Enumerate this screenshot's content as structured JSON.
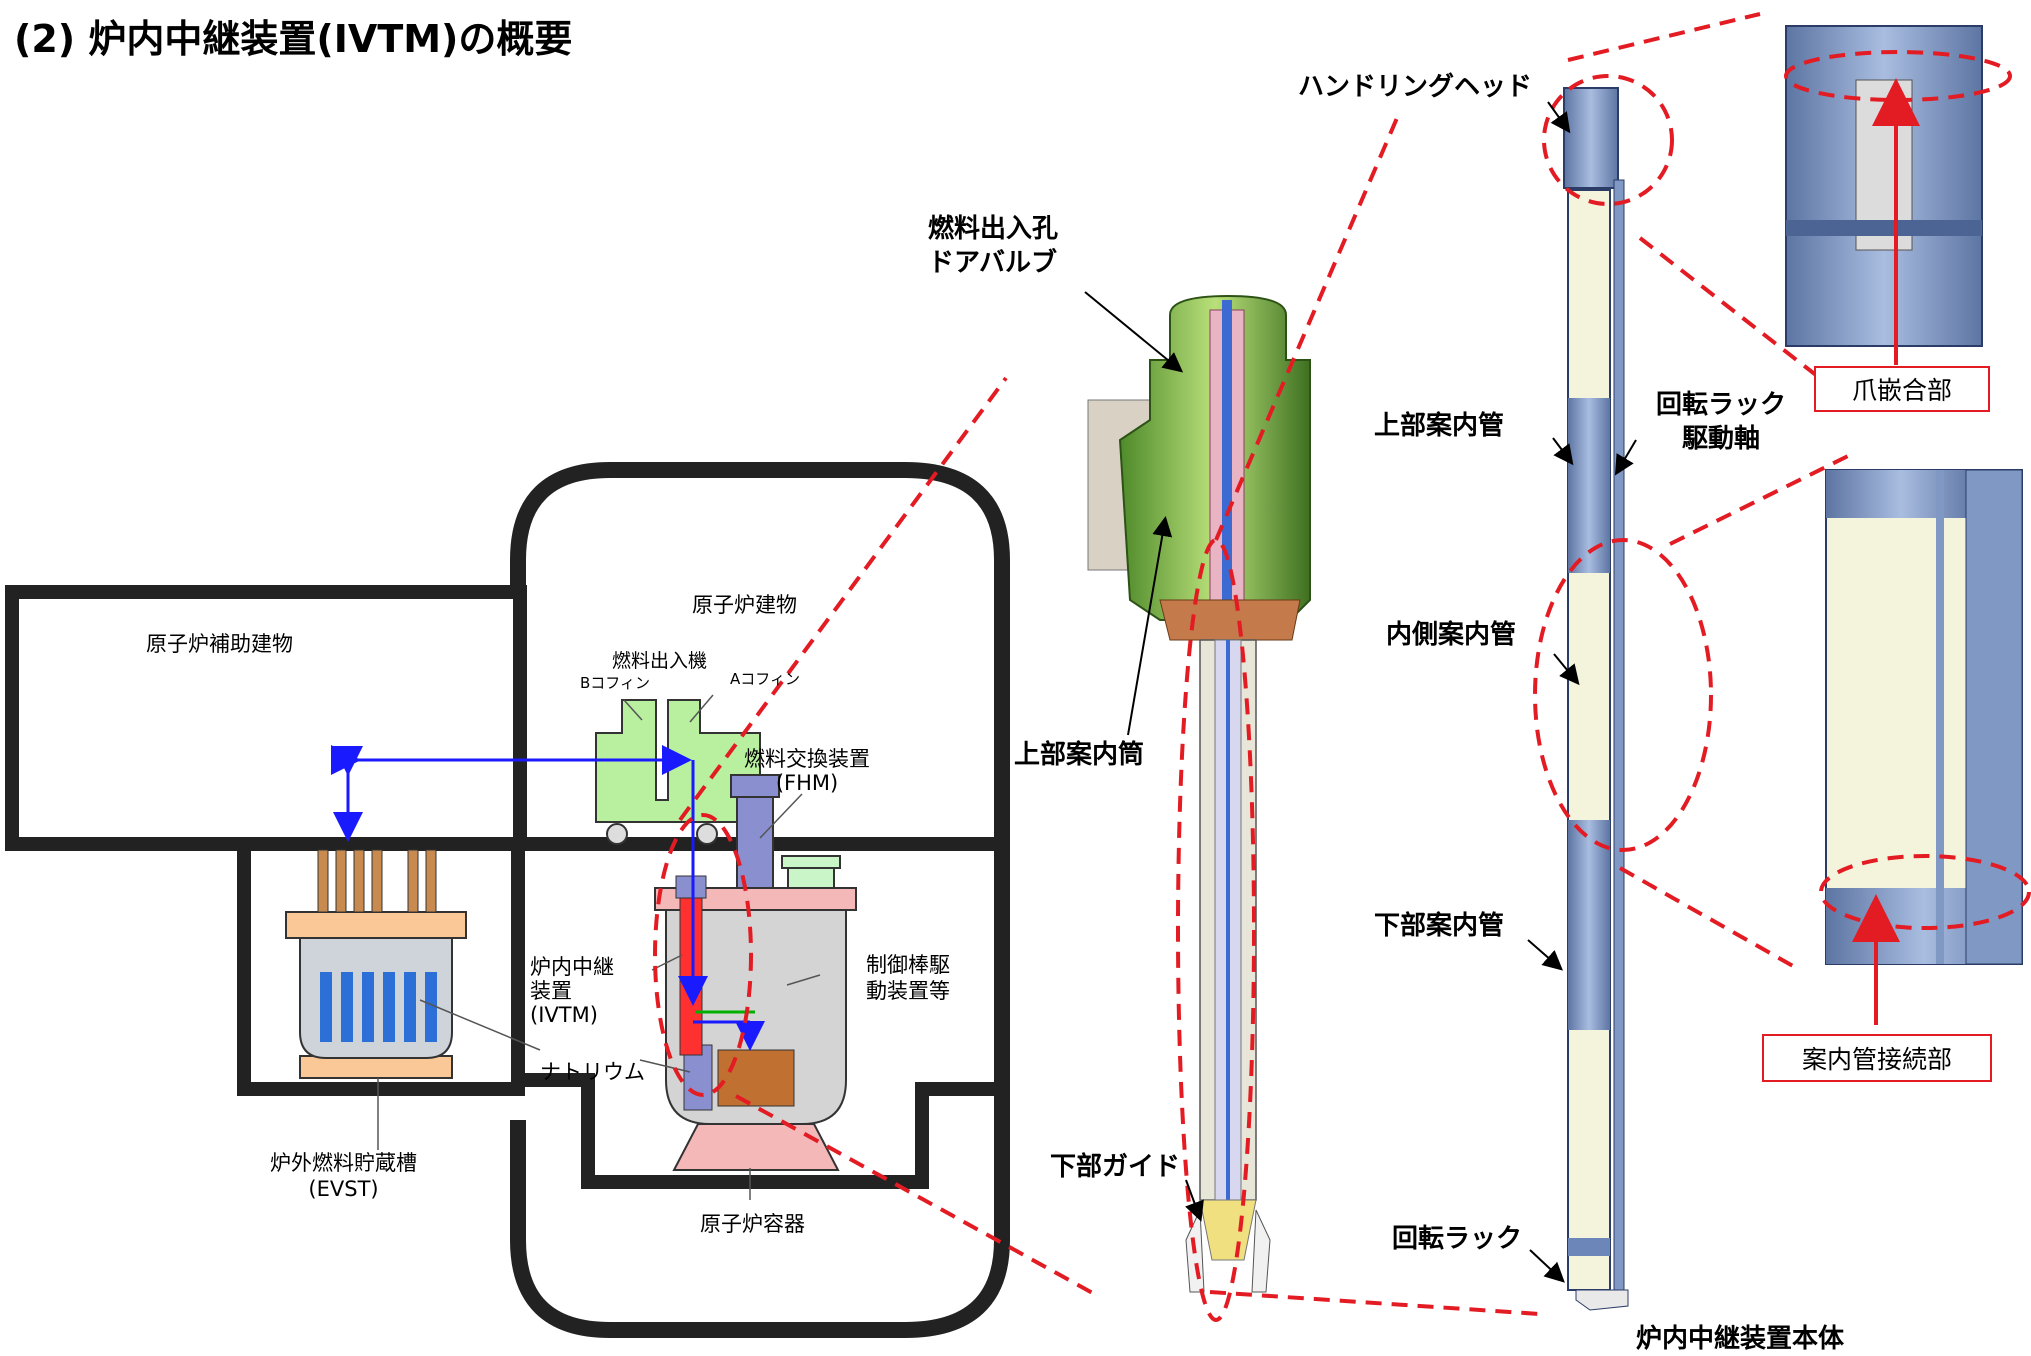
{
  "title": "(2) 炉内中継装置(IVTM)の概要",
  "left_figure": {
    "reactor_building": "原子炉建物",
    "aux_building": "原子炉補助建物",
    "fuel_transfer_machine": "燃料出入機",
    "b_coffin": "Bコフィン",
    "a_coffin": "Aコフィン",
    "fhm": "燃料交換装置\n(FHM)",
    "ivtm": "炉内中継\n装置\n(IVTM)",
    "control_rod": "制御棒駆\n動装置等",
    "sodium": "ナトリウム",
    "evst": "炉外燃料貯蔵槽\n(EVST)",
    "reactor_vessel": "原子炉容器"
  },
  "middle_figure": {
    "door_valve": "燃料出入孔\nドアバルブ",
    "upper_guide_cylinder": "上部案内筒",
    "lower_guide": "下部ガイド"
  },
  "right_figure": {
    "handling_head": "ハンドリングヘッド",
    "upper_guide_tube": "上部案内管",
    "rotating_rack_shaft": "回転ラック\n駆動軸",
    "inner_guide_tube": "内側案内管",
    "lower_guide_tube": "下部案内管",
    "rotating_rack": "回転ラック",
    "main_body": "炉内中継装置本体"
  },
  "callouts": {
    "claw_engagement": "爪嵌合部",
    "guide_tube_joint": "案内管接続部"
  },
  "colors": {
    "highlight_red": "#e31b23",
    "arrow_blue": "#1a1aff",
    "equipment_green": "#b8f0a0",
    "tube_blue": "#7f98c4"
  }
}
